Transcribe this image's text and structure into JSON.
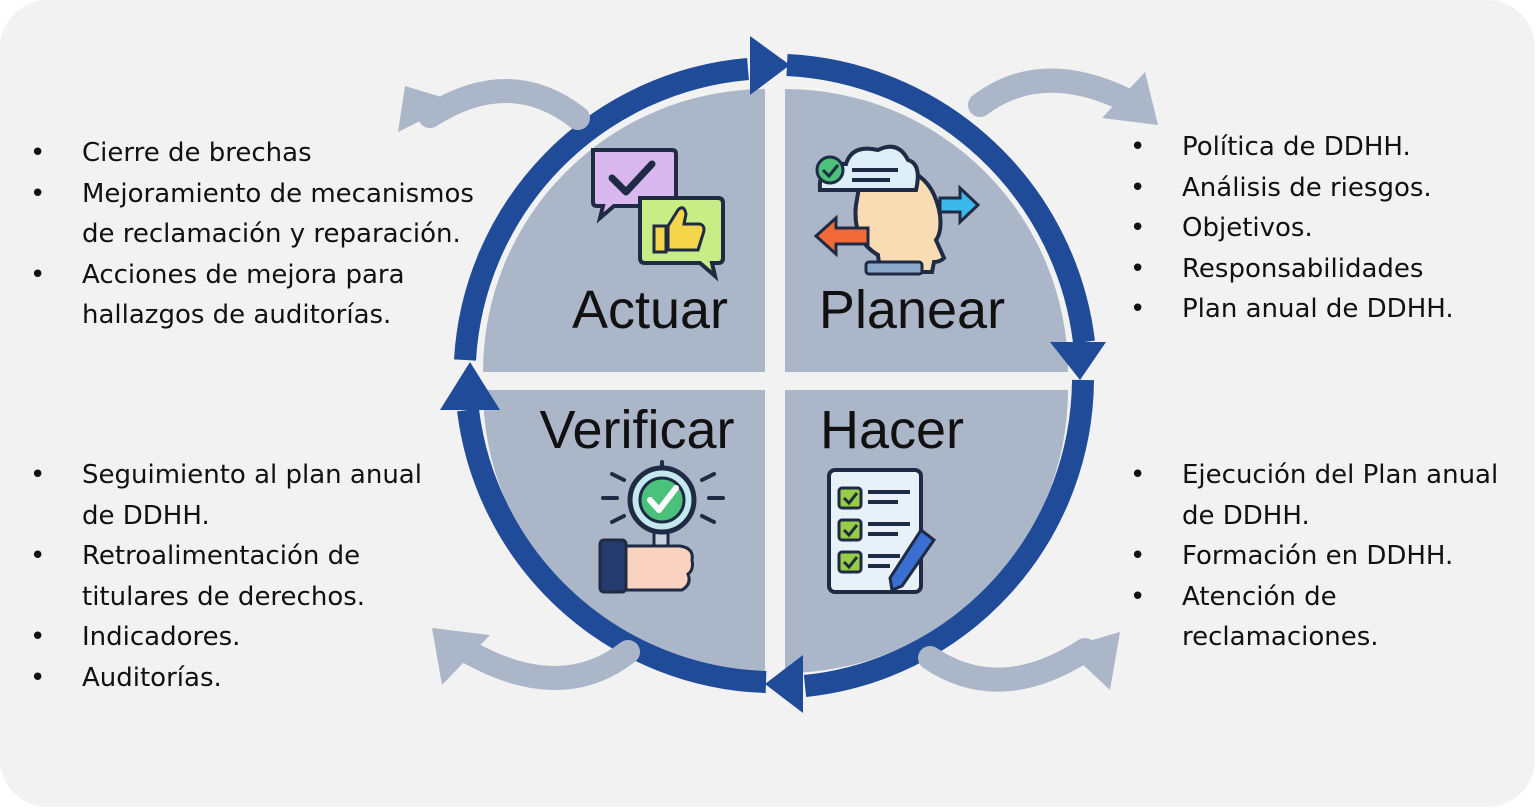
{
  "colors": {
    "ring": "#1f4b99",
    "quadrant": "#acb6c9",
    "outer_arrow": "#acb6c9",
    "panel": "#f2f2f2"
  },
  "quadrants": {
    "actuar": {
      "label": "Actuar",
      "icon": "chat-check-thumbs-up-icon",
      "items": [
        "Cierre de brechas",
        "Mejoramiento de mecanismos\nde reclamación y reparación.",
        "Acciones de mejora para\nhallazgos de auditorías."
      ]
    },
    "planear": {
      "label": "Planear",
      "icon": "head-cloud-arrows-icon",
      "items": [
        "Política de DDHH.",
        "Análisis de riesgos.",
        "Objetivos.",
        "Responsabilidades",
        "Plan anual de DDHH."
      ]
    },
    "verificar": {
      "label": "Verificar",
      "icon": "hand-magnifier-check-icon",
      "items": [
        "Seguimiento al plan anual\nde DDHH.",
        "Retroalimentación de\ntitulares de derechos.",
        "Indicadores.",
        "Auditorías."
      ]
    },
    "hacer": {
      "label": "Hacer",
      "icon": "checklist-pencil-icon",
      "items": [
        "Ejecución del Plan anual\nde DDHH.",
        "Formación en DDHH.",
        "Atención de\nreclamaciones."
      ]
    }
  }
}
